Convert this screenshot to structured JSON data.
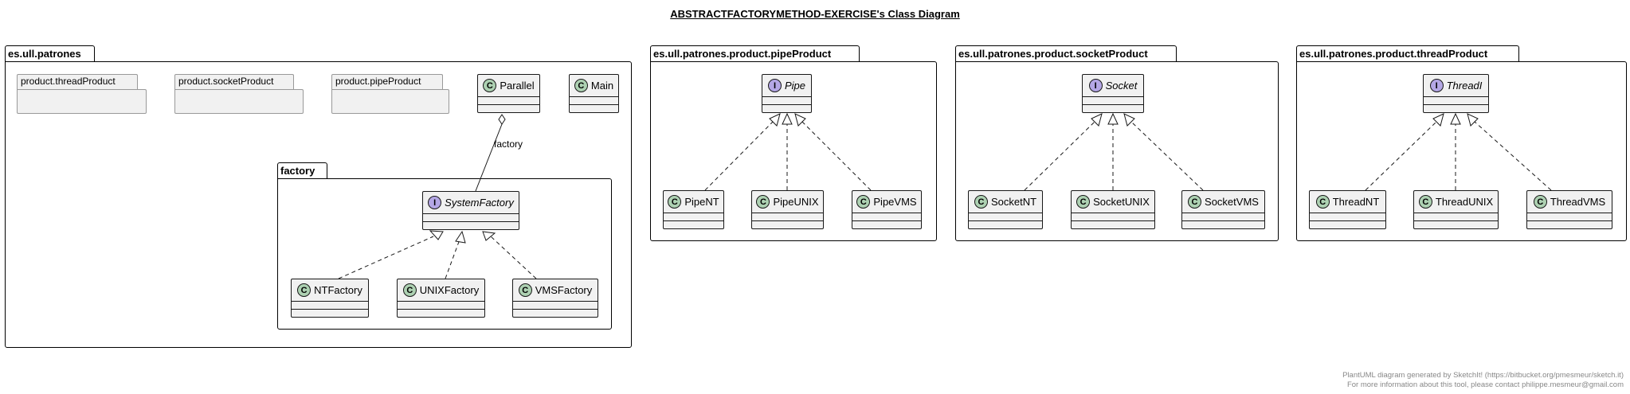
{
  "title": "ABSTRACTFACTORYMETHOD-EXERCISE's Class Diagram",
  "packages": {
    "main": "es.ull.patrones",
    "factory": "factory",
    "pipe": "es.ull.patrones.product.pipeProduct",
    "socket": "es.ull.patrones.product.socketProduct",
    "thread": "es.ull.patrones.product.threadProduct"
  },
  "subpackages": {
    "thread": "product.threadProduct",
    "socket": "product.socketProduct",
    "pipe": "product.pipeProduct"
  },
  "classes": {
    "parallel": "Parallel",
    "main": "Main",
    "system_factory": "SystemFactory",
    "nt_factory": "NTFactory",
    "unix_factory": "UNIXFactory",
    "vms_factory": "VMSFactory",
    "pipe": "Pipe",
    "pipe_nt": "PipeNT",
    "pipe_unix": "PipeUNIX",
    "pipe_vms": "PipeVMS",
    "socket": "Socket",
    "socket_nt": "SocketNT",
    "socket_unix": "SocketUNIX",
    "socket_vms": "SocketVMS",
    "thread": "ThreadI",
    "thread_nt": "ThreadNT",
    "thread_unix": "ThreadUNIX",
    "thread_vms": "ThreadVMS"
  },
  "badges": {
    "class": "C",
    "interface": "I"
  },
  "edge_labels": {
    "factory": "factory"
  },
  "footer": {
    "line1": "PlantUML diagram generated by SketchIt! (https://bitbucket.org/pmesmeur/sketch.it)",
    "line2": "For more information about this tool, please contact philippe.mesmeur@gmail.com"
  },
  "colors": {
    "class_fill": "#f1f1f1",
    "class_badge": "#add1b2",
    "interface_badge": "#b4a7e5",
    "border": "#181818"
  }
}
